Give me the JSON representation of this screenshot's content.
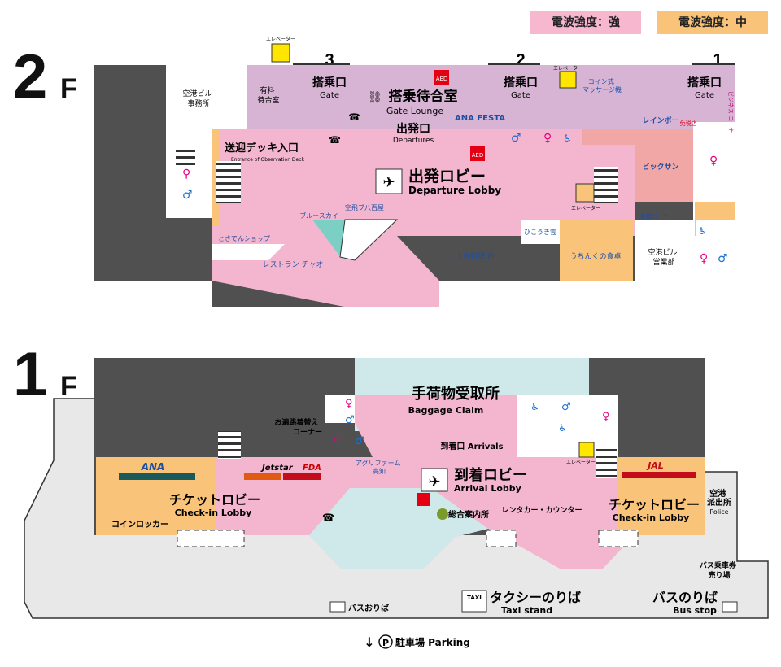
{
  "legend": {
    "strong": "電波強度：強",
    "medium": "電波強度：中"
  },
  "colors": {
    "strong": "#f7b8cf",
    "medium": "#f9c47a",
    "restricted": "#d7b4d4",
    "claim": "#cfe9ea",
    "building": "#505050",
    "outdoor": "#e8e8e8"
  },
  "floor2": {
    "label": "2F",
    "office": "空港ビル\n事務所",
    "paid_lounge": "有料\n待合室",
    "gate_numbers": [
      "3",
      "2",
      "1"
    ],
    "gate_jp": "搭乗口",
    "gate_en": "Gate",
    "waiting_jp": "搭乗待合室",
    "waiting_en": "Gate Lounge",
    "aed": "AED",
    "ana_festa": "ANA FESTA",
    "departures_jp": "出発口",
    "departures_en": "Departures",
    "massage": "コイン式\nマッサージ機",
    "elevator": "エレベーター",
    "rainbow": "レインボー",
    "business_corner": "ビジネス\nコーナー",
    "tax_free": "免税店",
    "bic_camera": "ビックサン",
    "observation_jp": "送迎デッキ入口",
    "observation_en": "Entrance of Observation Deck",
    "lobby_jp": "出発ロビー",
    "lobby_en": "Departure Lobby",
    "blue_sky": "ブルースカイ",
    "hyakushu": "空飛ブ八百屋",
    "shop_corner": "書籍コーナー",
    "tosaden": "とさでんショップ",
    "hikoukigumo": "ひこうき雲",
    "restaurant": "レストラン チャオ",
    "tosa_ryori": "土佐料理 司",
    "uchinku": "うちんくの食卓",
    "sales_office": "空港ビル\n営業部"
  },
  "floor1": {
    "label": "1F",
    "baggage_jp": "手荷物受取所",
    "baggage_en": "Baggage Claim",
    "changing": "お遍路着替え\nコーナー",
    "arrivals_gate": "到着口 Arrivals",
    "agri": "アグリファーム\n高知",
    "elevator": "エレベーター",
    "ana": "ANA",
    "jetstar": "Jetstar",
    "fda": "FDA",
    "jal": "JAL",
    "checkin_jp": "チケットロビー",
    "checkin_en": "Check-in Lobby",
    "coin_locker": "コインロッカー",
    "arrival_lobby_jp": "到着ロビー",
    "arrival_lobby_en": "Arrival Lobby",
    "info": "総合案内所",
    "rental": "レンタカー・カウンター",
    "police_jp": "空港\n派出所",
    "police_en": "Police",
    "bus_ticket": "バス乗車券\n売り場",
    "bus_drop": "バスおりば",
    "taxi_icon": "TAXI",
    "taxi_jp": "タクシーのりば",
    "taxi_en": "Taxi stand",
    "bus_stop_jp": "バスのりば",
    "bus_stop_en": "Bus stop",
    "parking": "駐車場 Parking",
    "parking_icon": "P"
  }
}
